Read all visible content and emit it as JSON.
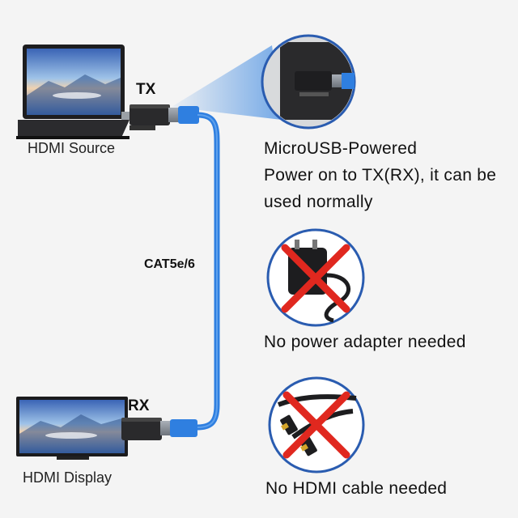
{
  "labels": {
    "source": "HDMI Source",
    "display": "HDMI Display",
    "tx": "TX",
    "rx": "RX",
    "cable": "CAT5e/6"
  },
  "features": {
    "microusb_title": "MicroUSB-Powered",
    "microusb_line1": "Power on to TX(RX), it can be",
    "microusb_line2": "used normally",
    "no_adapter": "No power adapter needed",
    "no_hdmi_cable": "No HDMI cable needed"
  },
  "icons": {
    "laptop": "laptop-icon",
    "tv": "tv-icon",
    "tx_extender": "tx-extender-icon",
    "rx_extender": "rx-extender-icon",
    "power_adapter": "power-adapter-icon",
    "hdmi_cable": "hdmi-cable-icon",
    "prohibited_mark": "red-x-icon"
  },
  "colors": {
    "cable": "#2f7fe0",
    "prohibited": "#e0281f",
    "circle_border": "#2a5cb0",
    "spotlight": "#4a90e2"
  }
}
